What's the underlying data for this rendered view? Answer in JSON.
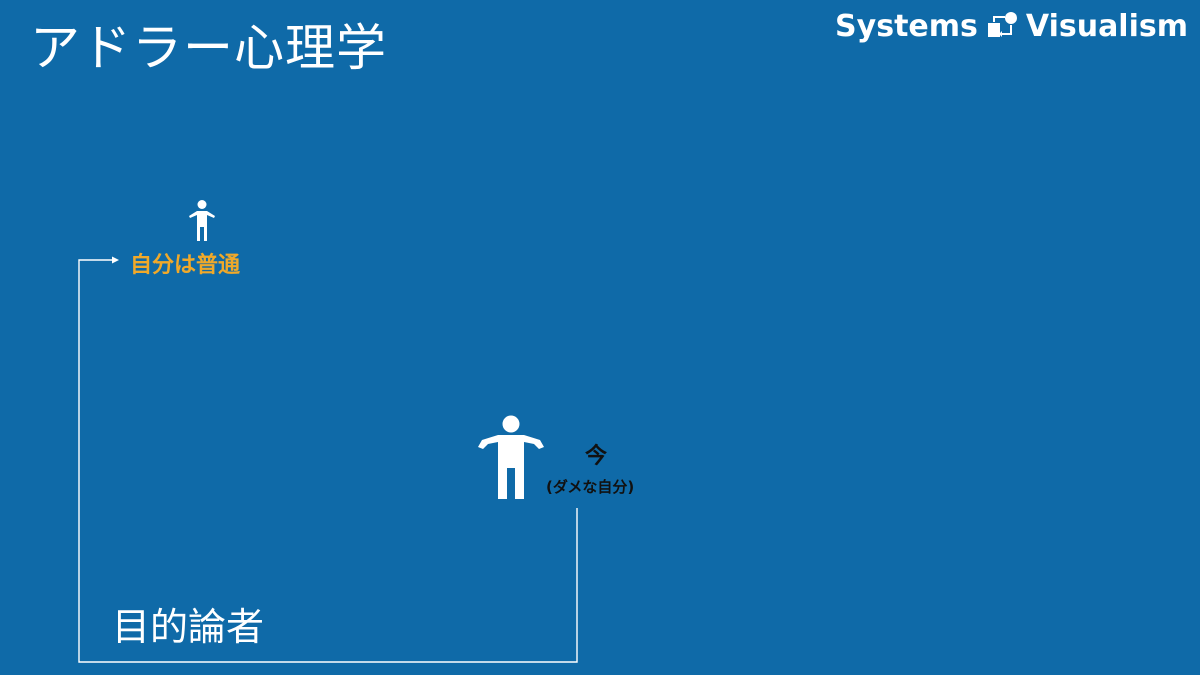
{
  "slide": {
    "title": "アドラー心理学",
    "background_color": "#0f6aa8"
  },
  "logo": {
    "left_word": "Systems",
    "right_word": "Visualism",
    "icon": "systems-diagram-icon"
  },
  "diagram": {
    "goal_label": "自分は普通",
    "goal_color": "#f0a92a",
    "now_label": "今",
    "now_sublabel": "(ダメな自分)",
    "concept_label": "目的論者",
    "goal_icon": "person-icon",
    "now_icon": "person-shrug-icon"
  }
}
